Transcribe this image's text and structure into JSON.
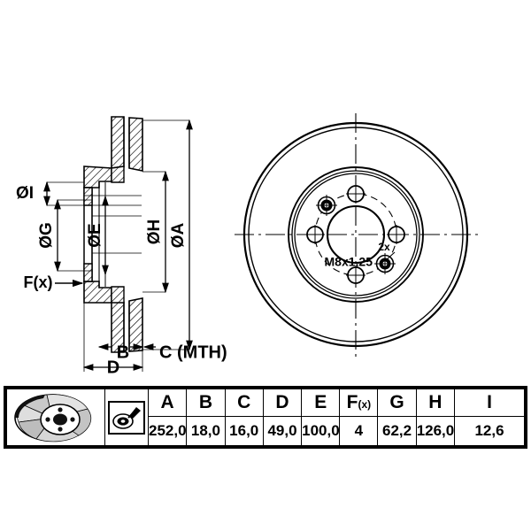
{
  "document": {
    "type": "technical-drawing",
    "subject": "Ventilated brake disc dimensional drawing"
  },
  "views": {
    "section_view": {
      "name": "cross-section-view",
      "dimension_labels": [
        {
          "key": "I",
          "text": "ØI"
        },
        {
          "key": "G",
          "text": "ØG"
        },
        {
          "key": "E",
          "text": "ØE"
        },
        {
          "key": "H",
          "text": "ØH"
        },
        {
          "key": "A",
          "text": "ØA"
        },
        {
          "key": "Fx",
          "text": "F(x)"
        },
        {
          "key": "B",
          "text": "B"
        },
        {
          "key": "C",
          "text": "C (MTH)"
        },
        {
          "key": "D",
          "text": "D"
        }
      ]
    },
    "front_view": {
      "name": "front-face-view",
      "thread_spec": "M8x1,25",
      "thread_count": "2x",
      "bolt_holes": 4,
      "threaded_holes": 2
    }
  },
  "table": {
    "headers": [
      "A",
      "B",
      "C",
      "D",
      "E",
      "F",
      "G",
      "H",
      "I"
    ],
    "header_f_subscript": "(x)",
    "values": [
      "252,0",
      "18,0",
      "16,0",
      "49,0",
      "100,0",
      "4",
      "62,2",
      "126,0",
      "12,6"
    ],
    "product_image_alt": "brake-disc-photo",
    "tool_icon_alt": "mounting-tool-icon"
  },
  "colors": {
    "line": "#000000",
    "background": "#ffffff",
    "hatch": "#000000"
  }
}
